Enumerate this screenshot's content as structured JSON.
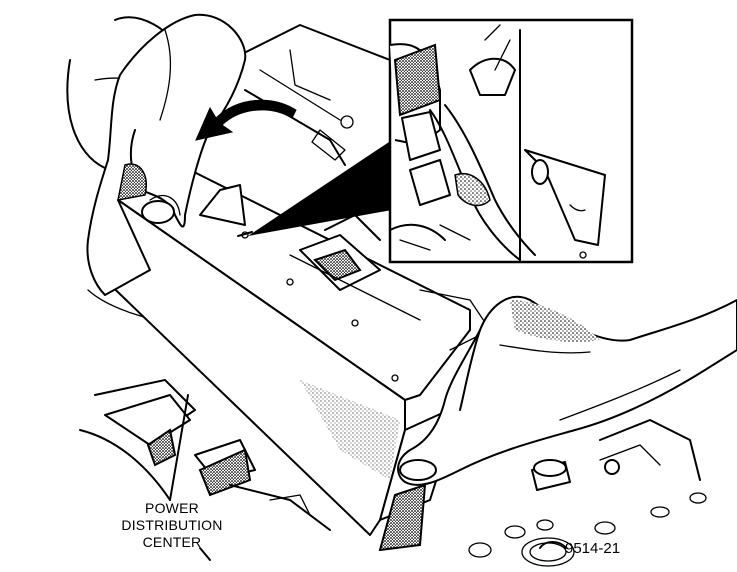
{
  "labels": {
    "component_line1": "POWER",
    "component_line2": "DISTRIBUTION",
    "component_line3": "CENTER",
    "figure_number": "9514-21"
  },
  "icons": [
    "rotation-arrow-icon"
  ]
}
